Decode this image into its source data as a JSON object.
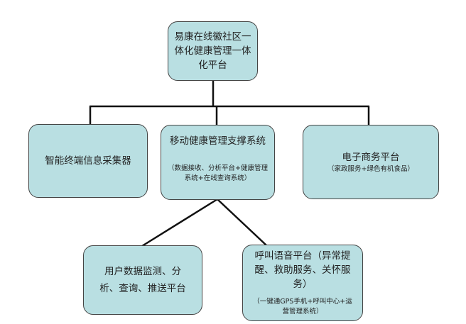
{
  "root": {
    "title": "易康在线徽社区一体化健康管理一体化平台"
  },
  "level1": [
    {
      "title": "智能终端信息采集器",
      "subtitle": ""
    },
    {
      "title": "移动健康管理支撑系统",
      "subtitle": "（数据接收、分析平台+健康管理系统+在线查询系统）"
    },
    {
      "title": "电子商务平台",
      "subtitle": "（家政服务+绿色有机食品）"
    }
  ],
  "level2": [
    {
      "title": "用户数据监测、分析、查询、推送平台",
      "subtitle": ""
    },
    {
      "title": "呼叫语音平台（异常提醒、救助服务、关怀服务）",
      "subtitle": "（一键通GPS手机+呼叫中心+运营管理系统）"
    }
  ],
  "colors": {
    "box_fill": "#b9dfe2",
    "line": "#111111"
  }
}
